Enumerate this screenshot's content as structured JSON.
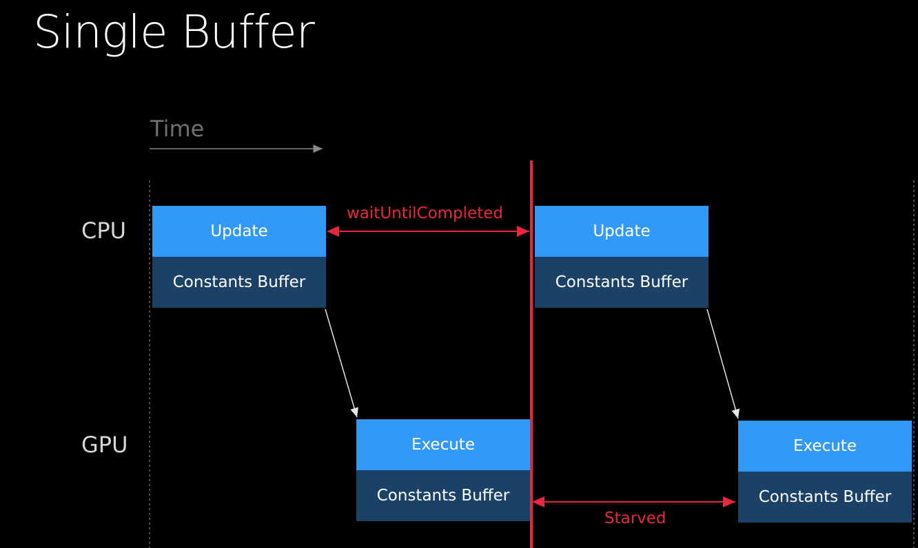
{
  "title": "Single Buffer",
  "time_label": "Time",
  "lanes": {
    "cpu": "CPU",
    "gpu": "GPU"
  },
  "cpu_blocks": [
    {
      "top": "Update",
      "bottom": "Constants Buffer"
    },
    {
      "top": "Update",
      "bottom": "Constants Buffer"
    }
  ],
  "gpu_blocks": [
    {
      "top": "Execute",
      "bottom": "Constants Buffer"
    },
    {
      "top": "Execute",
      "bottom": "Constants Buffer"
    }
  ],
  "annotations": {
    "wait": "waitUntilCompleted",
    "starved": "Starved"
  },
  "colors": {
    "background": "#000000",
    "block_top": "#3399f8",
    "block_bottom": "#1b4266",
    "accent_red": "#e8283a",
    "muted_text": "#707070"
  }
}
